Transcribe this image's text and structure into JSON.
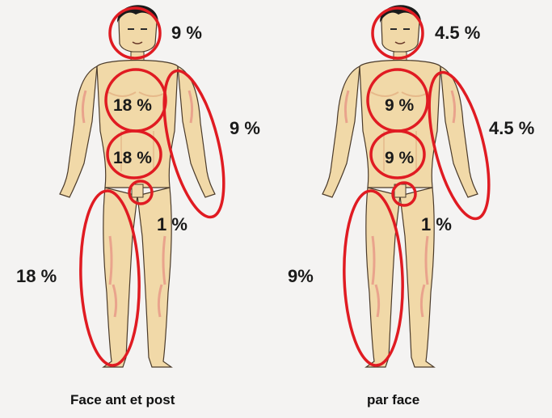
{
  "colors": {
    "ring": "#e01b22",
    "skin": "#f1d9a8",
    "skin_shadow": "#e6b98a",
    "muscle": "#e9a38c",
    "outline": "#4a3a2a",
    "hair": "#1a1a1a",
    "background": "#f4f3f2"
  },
  "icons": {
    "body_figure": "human-body-front-icon"
  },
  "left_figure": {
    "caption": "Face ant et post",
    "head": "9 %",
    "chest": "18 %",
    "abdomen": "18 %",
    "arm": "9 %",
    "groin": "1 %",
    "leg": "18 %"
  },
  "right_figure": {
    "caption": "par face",
    "head": "4.5 %",
    "chest": "9 %",
    "abdomen": "9 %",
    "arm": "4.5 %",
    "groin": "1 %",
    "leg": "9%"
  }
}
